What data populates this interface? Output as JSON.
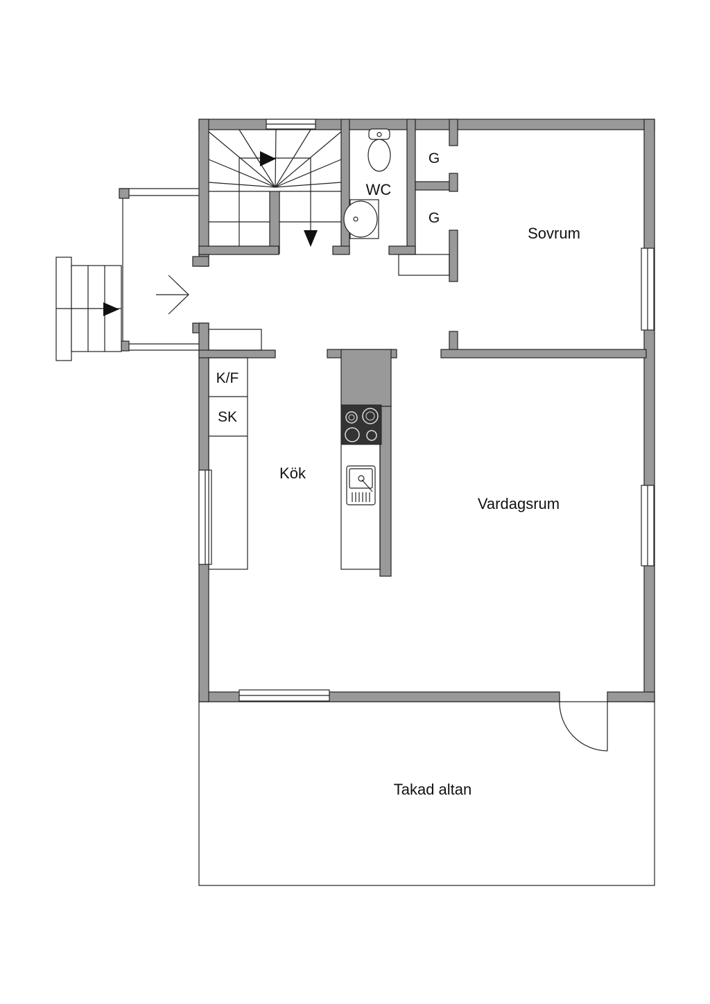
{
  "rooms": {
    "wc": "WC",
    "closet_1": "G",
    "closet_2": "G",
    "bedroom": "Sovrum",
    "kitchen": "Kök",
    "fridge_freezer": "K/F",
    "cabinet": "SK",
    "living_room": "Vardagsrum",
    "covered_deck": "Takad altan"
  },
  "colors": {
    "wall": "#999999",
    "countertop": "#999999",
    "stove": "#333333",
    "line": "#222222",
    "background": "#ffffff"
  }
}
